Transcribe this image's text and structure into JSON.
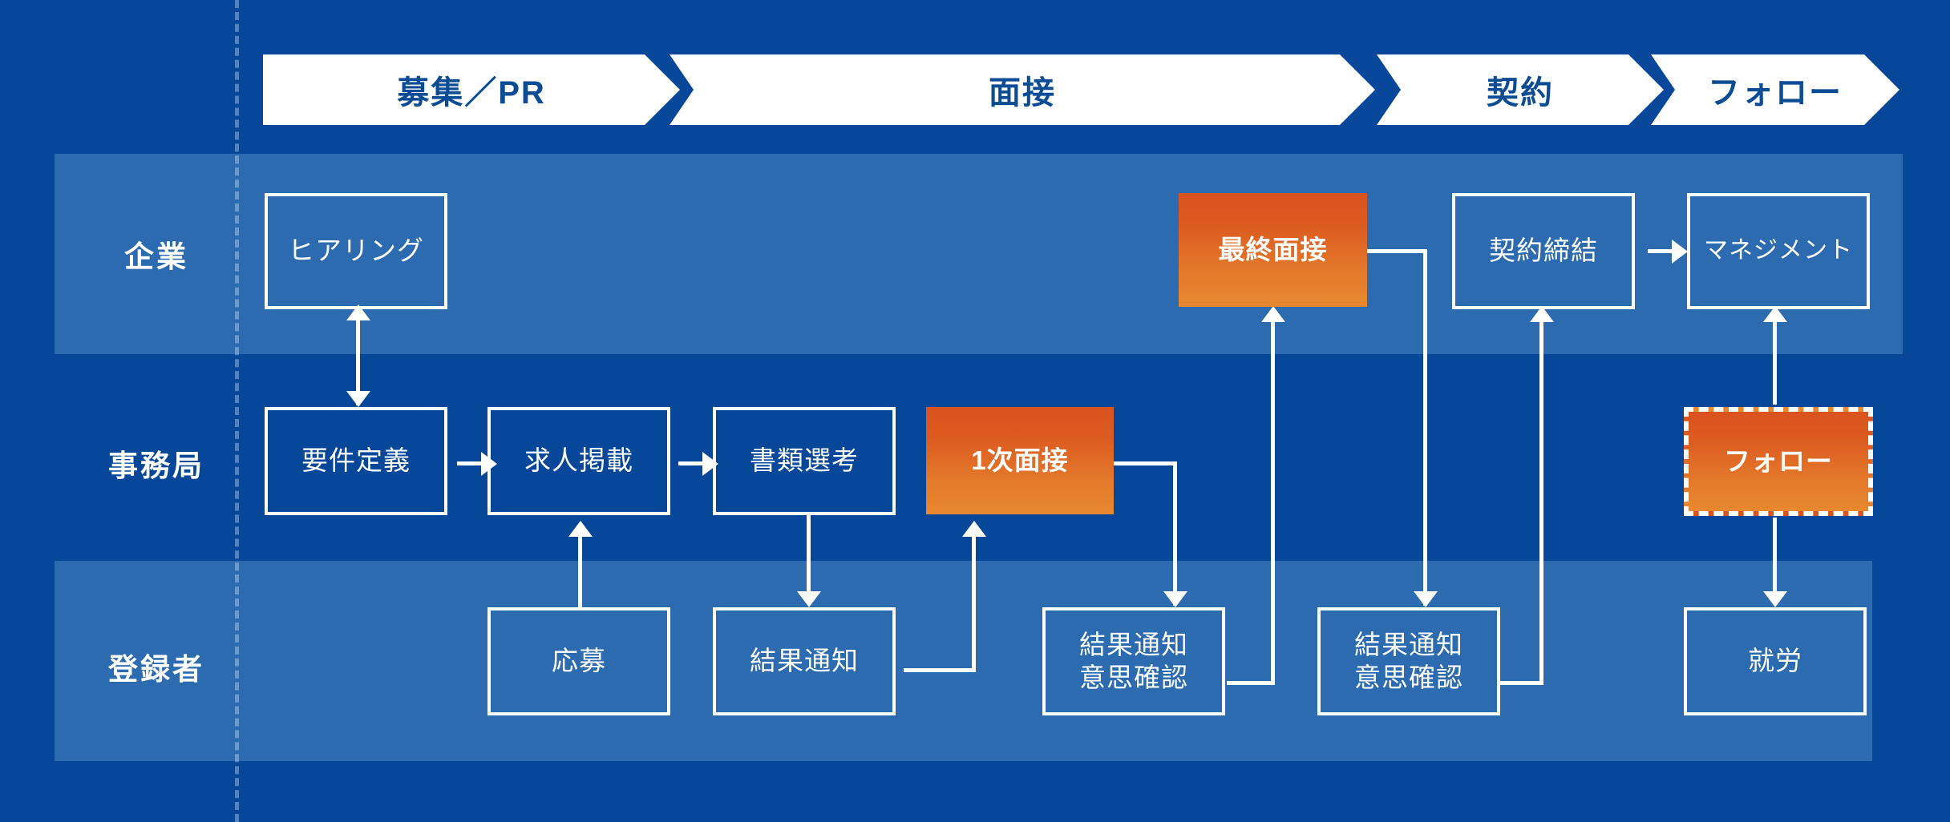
{
  "diagram": {
    "title_phases": [
      {
        "id": "phase-recruit",
        "label": "募集／PR"
      },
      {
        "id": "phase-interview",
        "label": "面接"
      },
      {
        "id": "phase-contract",
        "label": "契約"
      },
      {
        "id": "phase-follow",
        "label": "フォロー"
      }
    ],
    "lanes": [
      {
        "id": "lane-company",
        "label": "企業"
      },
      {
        "id": "lane-office",
        "label": "事務局"
      },
      {
        "id": "lane-registrant",
        "label": "登録者"
      }
    ],
    "nodes": [
      {
        "id": "hearing",
        "lane": "lane-company",
        "label": "ヒアリング",
        "style": "outline"
      },
      {
        "id": "final-interview",
        "lane": "lane-company",
        "label": "最終面接",
        "style": "orange"
      },
      {
        "id": "contract-conclude",
        "lane": "lane-company",
        "label": "契約締結",
        "style": "outline"
      },
      {
        "id": "management",
        "lane": "lane-company",
        "label": "マネジメント",
        "style": "outline"
      },
      {
        "id": "requirement-def",
        "lane": "lane-office",
        "label": "要件定義",
        "style": "outline"
      },
      {
        "id": "job-posting",
        "lane": "lane-office",
        "label": "求人掲載",
        "style": "outline"
      },
      {
        "id": "document-screening",
        "lane": "lane-office",
        "label": "書類選考",
        "style": "outline"
      },
      {
        "id": "first-interview",
        "lane": "lane-office",
        "label": "1次面接",
        "style": "orange"
      },
      {
        "id": "follow-up",
        "lane": "lane-office",
        "label": "フォロー",
        "style": "orange-dashed"
      },
      {
        "id": "application",
        "lane": "lane-registrant",
        "label": "応募",
        "style": "outline"
      },
      {
        "id": "result-notice",
        "lane": "lane-registrant",
        "label": "結果通知",
        "style": "outline"
      },
      {
        "id": "result-notice-1",
        "lane": "lane-registrant",
        "label": "結果通知\n意思確認",
        "style": "outline"
      },
      {
        "id": "result-notice-2",
        "lane": "lane-registrant",
        "label": "結果通知\n意思確認",
        "style": "outline"
      },
      {
        "id": "employment",
        "lane": "lane-registrant",
        "label": "就労",
        "style": "outline"
      }
    ],
    "colors": {
      "background": "#06479A",
      "lane_band": "#2C6BAF",
      "phase_fill": "#FFFFFF",
      "phase_text": "#0B4C95",
      "node_border": "#FFFFFF",
      "node_text": "#FFFFFF",
      "highlight_orange_top": "#D9531E",
      "highlight_orange_bottom": "#E8882F",
      "connector": "#FFFFFF"
    }
  }
}
